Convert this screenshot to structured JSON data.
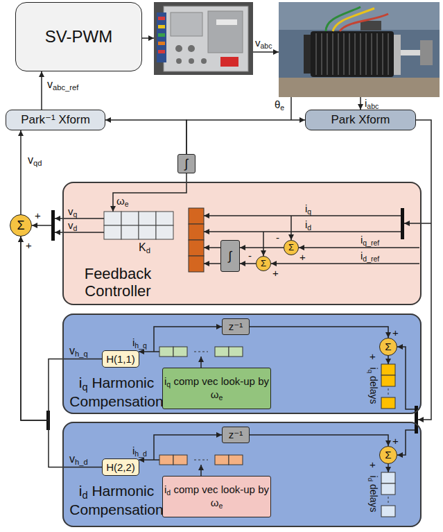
{
  "diagram": {
    "nodes": [
      {
        "text": [
          "SV-PWM"
        ]
      },
      {
        "text": [
          "Park⁻¹ Xform"
        ]
      },
      {
        "text": [
          "Park Xform"
        ]
      },
      {
        "text": [
          "Σ"
        ]
      },
      {
        "text": [
          "∫"
        ]
      },
      {
        "text": [
          "Feedback Controller"
        ]
      },
      {
        "text": [
          "Σ"
        ],
        "in": 5
      },
      {
        "text": [
          "Σ"
        ],
        "in": 5
      },
      {
        "text": [
          "∫"
        ],
        "in": 5
      },
      {
        "text": [
          "iq Harmonic Compensation"
        ]
      },
      {
        "text": [
          "z⁻¹"
        ],
        "in": 9
      },
      {
        "text": [
          "Σ"
        ],
        "in": 9
      },
      {
        "text": [
          "H(1,1)"
        ],
        "in": 9
      },
      {
        "text": [
          "iq comp vec look-up by ωe"
        ],
        "in": 9
      },
      {
        "text": [
          "id Harmonic Compensation"
        ]
      },
      {
        "text": [
          "z⁻¹"
        ],
        "in": 14
      },
      {
        "text": [
          "Σ"
        ],
        "in": 14
      },
      {
        "text": [
          "H(2,2)"
        ],
        "in": 14
      },
      {
        "text": [
          "id comp vec look-up by ωe"
        ],
        "in": 14
      }
    ],
    "edges": [
      {
        "from": 1,
        "to": 0,
        "arrow": "to",
        "label": "vabc_ref"
      },
      {
        "from": 3,
        "to": 1,
        "arrow": "to",
        "label": "vqd"
      },
      {
        "from": 4,
        "to": 1,
        "arrow": "to"
      },
      {
        "from": 4,
        "to": 2,
        "arrow": "to"
      },
      {
        "from": 6,
        "to": 8,
        "arrow": "to"
      },
      {
        "from": 7,
        "to": 8,
        "arrow": "to"
      },
      {
        "from": 10,
        "to": 11,
        "arrow": "to"
      },
      {
        "from": 15,
        "to": 16,
        "arrow": "to"
      },
      {
        "from": 12,
        "to": 3,
        "arrow": "to",
        "label": "vh_q"
      },
      {
        "from": 17,
        "to": 3,
        "arrow": "to",
        "label": "vh_d"
      }
    ],
    "labels": [
      "vabc",
      "iabc",
      "θe",
      "+",
      "+",
      "ωe",
      "vq",
      "vd",
      "Kd",
      "iq",
      "id",
      "iq_ref",
      "id_ref",
      "-",
      "+",
      "-",
      "+",
      "ih_q",
      "iq delays",
      "+",
      "+",
      "ih_d",
      "id delays",
      "+",
      "+"
    ]
  }
}
